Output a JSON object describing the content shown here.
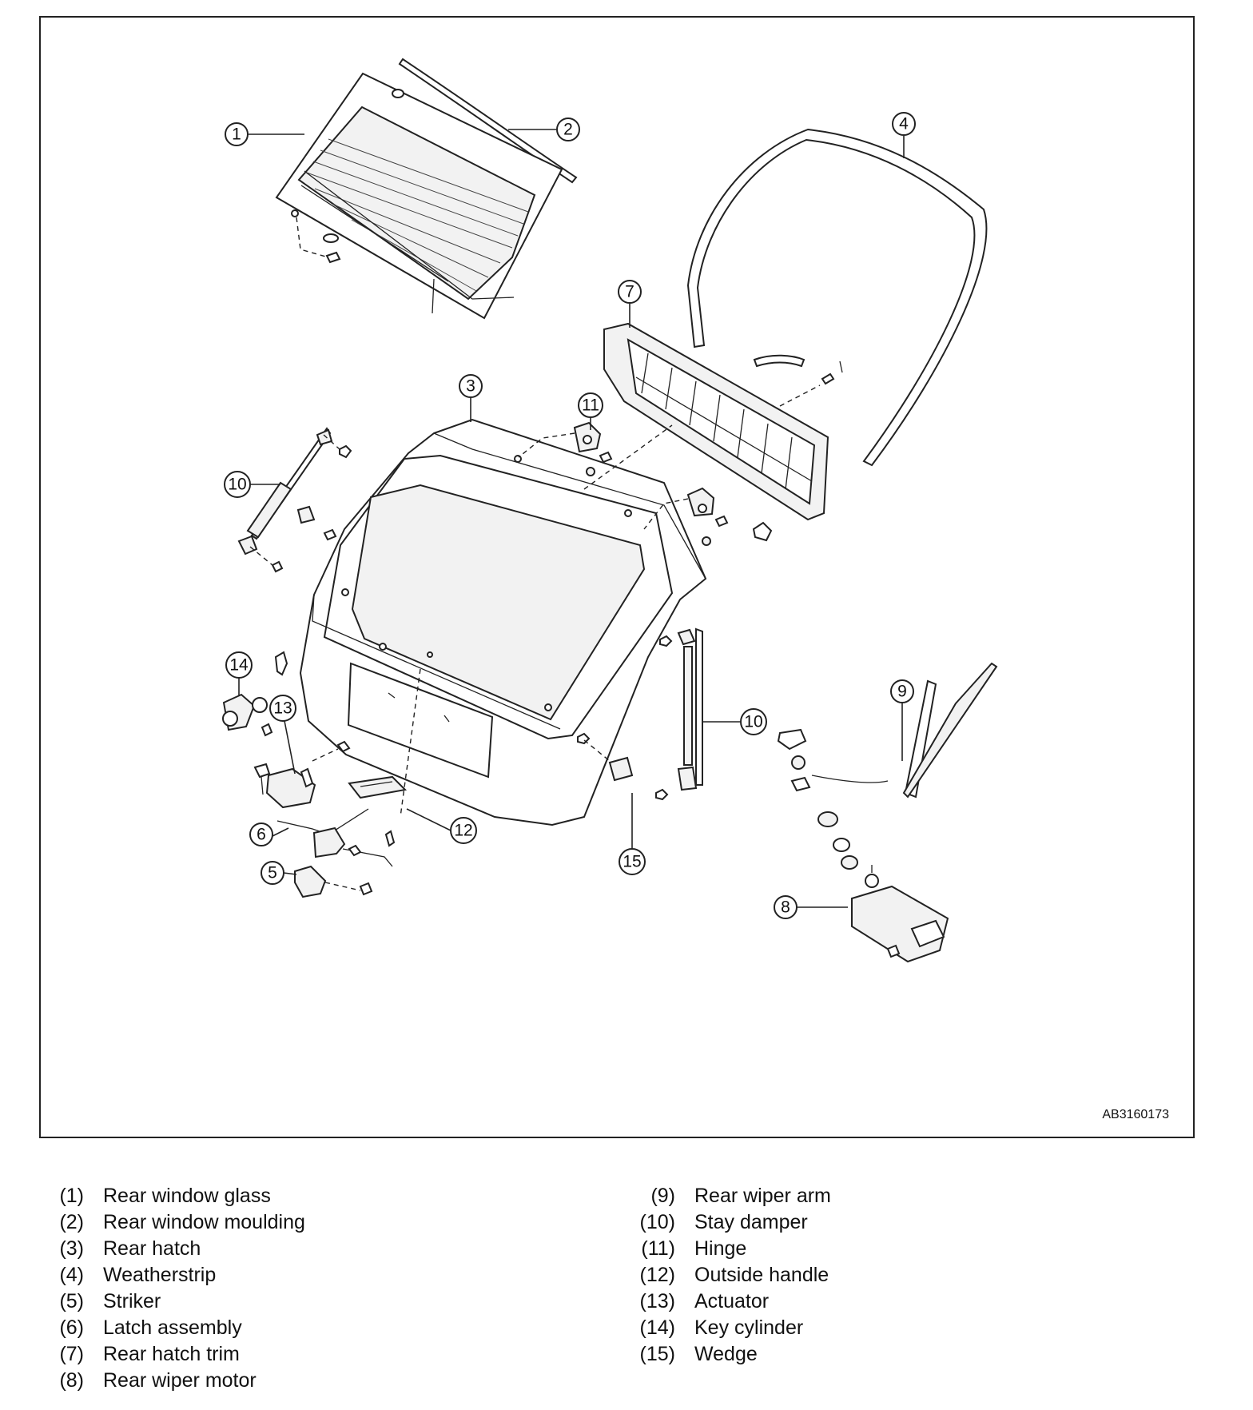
{
  "figure": {
    "code": "AB3160173",
    "callouts": {
      "c1": "1",
      "c2": "2",
      "c3": "3",
      "c4": "4",
      "c5": "5",
      "c6": "6",
      "c7": "7",
      "c8": "8",
      "c9": "9",
      "c10a": "10",
      "c10b": "10",
      "c11": "11",
      "c12": "12",
      "c13": "13",
      "c14": "14",
      "c15": "15"
    }
  },
  "legend": {
    "left": [
      {
        "num": "(1)",
        "name": "Rear window glass"
      },
      {
        "num": "(2)",
        "name": "Rear window moulding"
      },
      {
        "num": "(3)",
        "name": "Rear hatch"
      },
      {
        "num": "(4)",
        "name": "Weatherstrip"
      },
      {
        "num": "(5)",
        "name": "Striker"
      },
      {
        "num": "(6)",
        "name": "Latch assembly"
      },
      {
        "num": "(7)",
        "name": "Rear hatch trim"
      },
      {
        "num": "(8)",
        "name": "Rear wiper motor"
      }
    ],
    "right": [
      {
        "num": "(9)",
        "name": "Rear wiper arm"
      },
      {
        "num": "(10)",
        "name": "Stay damper"
      },
      {
        "num": "(11)",
        "name": "Hinge"
      },
      {
        "num": "(12)",
        "name": "Outside handle"
      },
      {
        "num": "(13)",
        "name": "Actuator"
      },
      {
        "num": "(14)",
        "name": "Key cylinder"
      },
      {
        "num": "(15)",
        "name": "Wedge"
      }
    ]
  }
}
